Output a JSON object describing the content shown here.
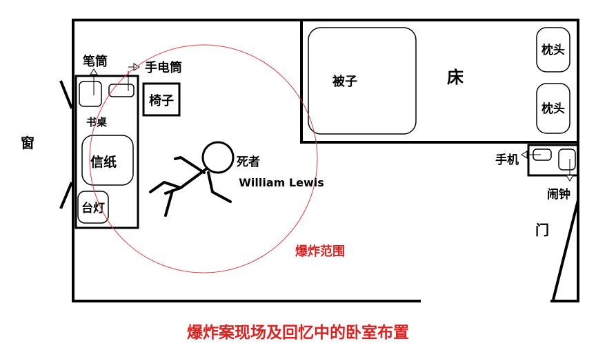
{
  "window_label": "窗",
  "door_label": "门",
  "bed": {
    "label": "床",
    "quilt": "被子",
    "pillow_top": "枕头",
    "pillow_bottom": "枕头"
  },
  "desk": {
    "label": "书桌",
    "pen_holder": "笔筒",
    "flashlight": "手电筒",
    "letter_paper": "信纸",
    "desk_lamp": "台灯"
  },
  "chair_label": "椅子",
  "phone_label": "手机",
  "alarm_clock_label": "闹钟",
  "victim": {
    "label": "死者",
    "name": "William Lewis"
  },
  "blast_label": "爆炸范围",
  "caption": "爆炸案现场及回忆中的卧室布置",
  "colors": {
    "accent": "#e0201e",
    "blast_circle": "#e03a3a",
    "line": "#000000"
  }
}
